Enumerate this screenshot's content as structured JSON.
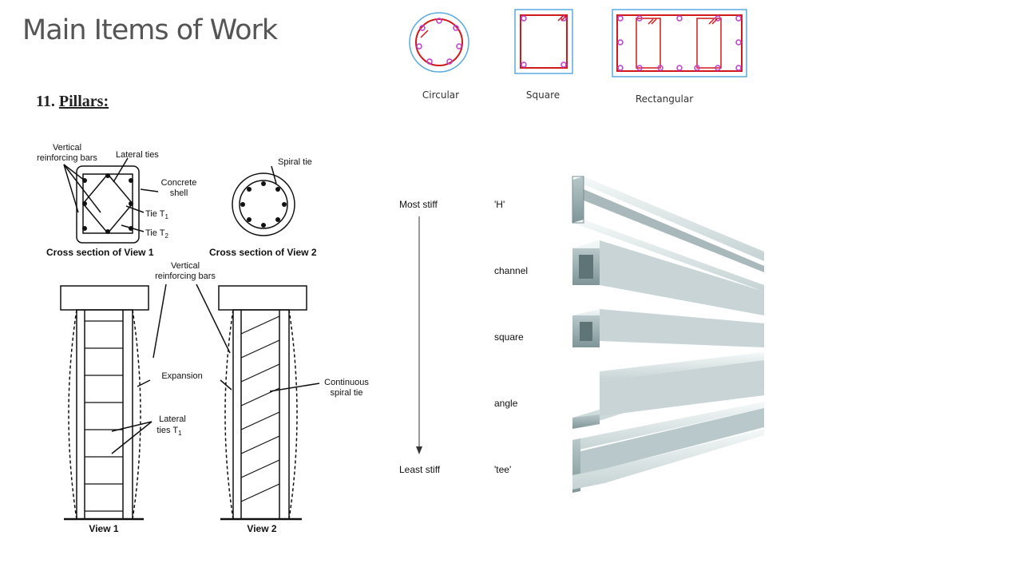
{
  "slide": {
    "title": "Main Items of Work",
    "section_number": "11.",
    "section_label": "Pillars:"
  },
  "sections_figure": {
    "circular": "Circular",
    "square": "Square",
    "rectangular": "Rectangular"
  },
  "column_figure": {
    "vertical_reinforcing_bars_1": "Vertical",
    "vertical_reinforcing_bars_2": "reinforcing bars",
    "lateral_ties": "Lateral ties",
    "concrete_shell_1": "Concrete",
    "concrete_shell_2": "shell",
    "tie_t1": "Tie T",
    "tie_t1_sub": "1",
    "tie_t2": "Tie T",
    "tie_t2_sub": "2",
    "spiral_tie": "Spiral tie",
    "cross_section_view1": "Cross section of View 1",
    "cross_section_view2": "Cross section of View 2",
    "vertical_bars_center_1": "Vertical",
    "vertical_bars_center_2": "reinforcing bars",
    "expansion": "Expansion",
    "continuous_spiral_1": "Continuous",
    "continuous_spiral_2": "spiral tie",
    "lateral_ties_t1_1": "Lateral",
    "lateral_ties_t1_2": "ties T",
    "lateral_ties_t1_sub": "1",
    "view1": "View 1",
    "view2": "View 2"
  },
  "stiffness_figure": {
    "most_stiff": "Most stiff",
    "least_stiff": "Least stiff",
    "profiles": [
      "'H'",
      "channel",
      "square",
      "angle",
      "'tee'"
    ]
  }
}
